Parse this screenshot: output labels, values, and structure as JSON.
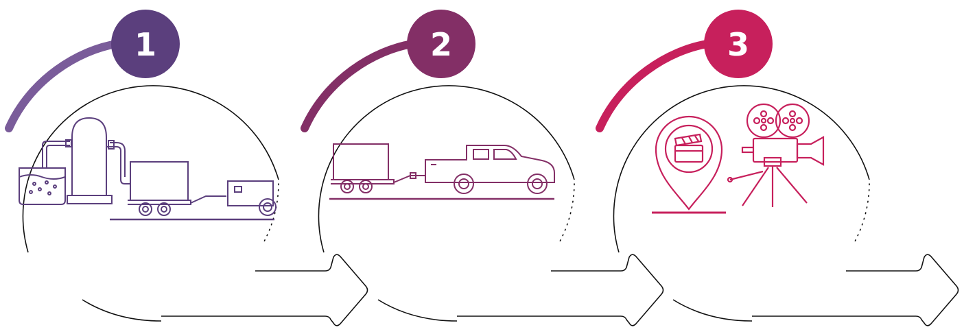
{
  "steps": [
    {
      "number": "1",
      "color": "#5b3f7d",
      "arc_color": "#7a5c9a",
      "illustration": "water-tank-trailer-truck-icon"
    },
    {
      "number": "2",
      "color": "#832f66",
      "arc_color": "#832f66",
      "illustration": "pickup-truck-trailer-icon"
    },
    {
      "number": "3",
      "color": "#c7205c",
      "arc_color": "#c7205c",
      "illustration": "film-location-camera-icon"
    }
  ]
}
